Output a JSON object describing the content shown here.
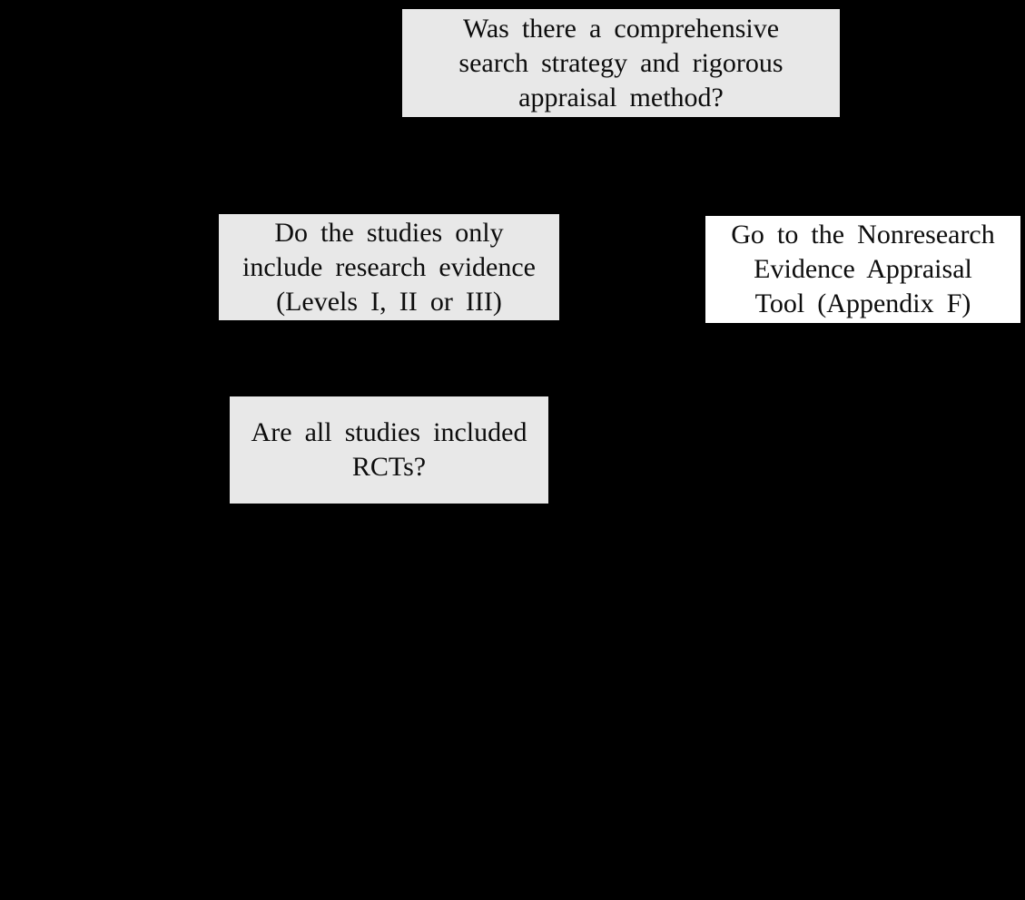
{
  "diagram": {
    "description": "Evidence appraisal decision flowchart fragment on black background",
    "background_color": "#000000",
    "text_color": "#0d0d0d",
    "boxes": [
      {
        "id": "comprehensive-search-question",
        "fill": "#e8e8e8",
        "lines": [
          "Was there a comprehensive",
          "search strategy and rigorous",
          "appraisal method?"
        ]
      },
      {
        "id": "research-evidence-question",
        "fill": "#e8e8e8",
        "lines": [
          "Do the studies only",
          "include research evidence",
          "(Levels I, II or III)"
        ]
      },
      {
        "id": "nonresearch-tool-action",
        "fill": "#ffffff",
        "lines": [
          "Go to the Nonresearch",
          "Evidence Appraisal",
          "Tool (Appendix F)"
        ]
      },
      {
        "id": "rcts-question",
        "fill": "#e8e8e8",
        "lines": [
          "Are all studies included",
          "RCTs?"
        ]
      }
    ]
  }
}
